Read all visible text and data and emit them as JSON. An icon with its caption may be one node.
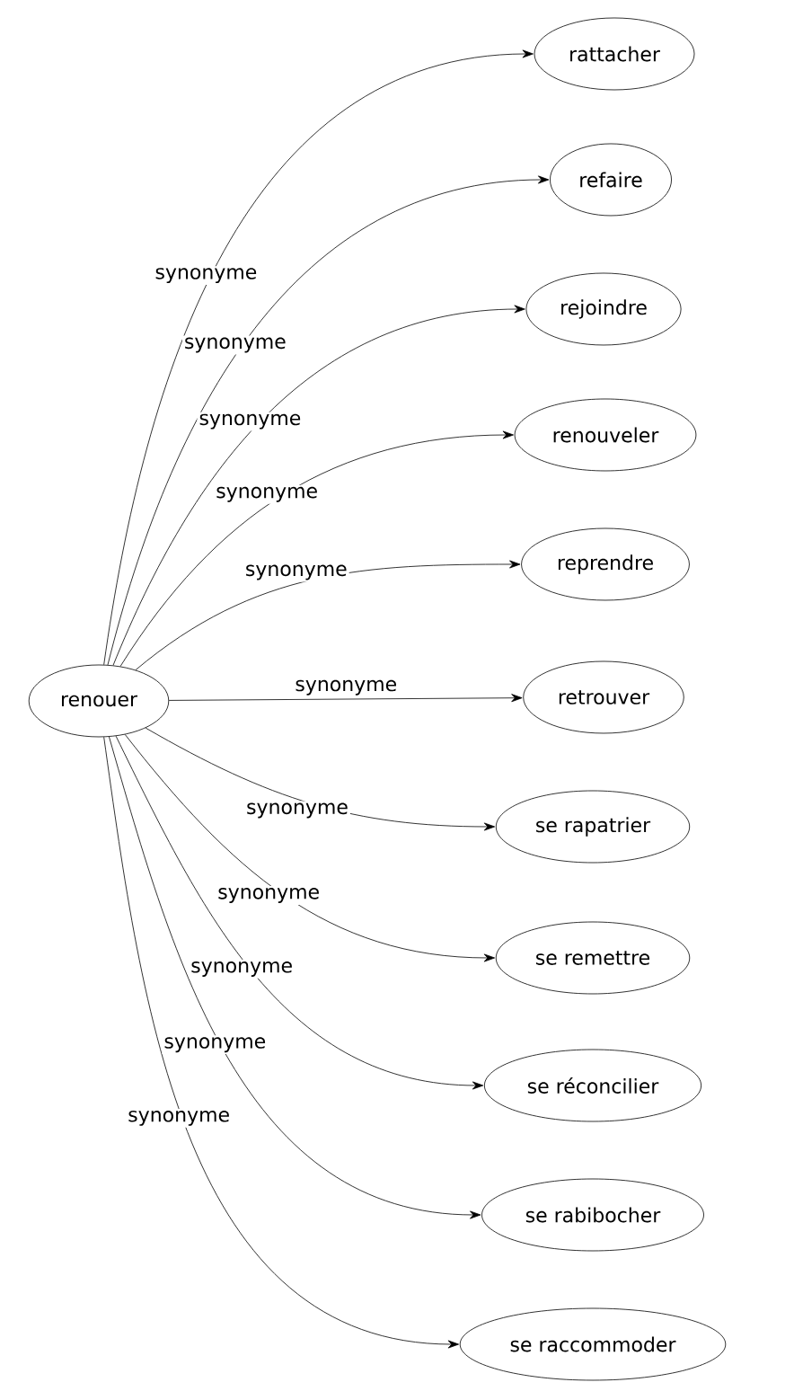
{
  "diagram": {
    "nodes": [
      {
        "text": [
          "renouer"
        ]
      },
      {
        "text": [
          "rattacher"
        ]
      },
      {
        "text": [
          "refaire"
        ]
      },
      {
        "text": [
          "rejoindre"
        ]
      },
      {
        "text": [
          "renouveler"
        ]
      },
      {
        "text": [
          "reprendre"
        ]
      },
      {
        "text": [
          "retrouver"
        ]
      },
      {
        "text": [
          "se rapatrier"
        ]
      },
      {
        "text": [
          "se remettre"
        ]
      },
      {
        "text": [
          "se réconcilier"
        ]
      },
      {
        "text": [
          "se rabibocher"
        ]
      },
      {
        "text": [
          "se raccommoder"
        ]
      }
    ],
    "edges": [
      {
        "from": 0,
        "to": 1,
        "arrow": "to",
        "label": "synonyme"
      },
      {
        "from": 0,
        "to": 2,
        "arrow": "to",
        "label": "synonyme"
      },
      {
        "from": 0,
        "to": 3,
        "arrow": "to",
        "label": "synonyme"
      },
      {
        "from": 0,
        "to": 4,
        "arrow": "to",
        "label": "synonyme"
      },
      {
        "from": 0,
        "to": 5,
        "arrow": "to",
        "label": "synonyme"
      },
      {
        "from": 0,
        "to": 6,
        "arrow": "to",
        "label": "synonyme"
      },
      {
        "from": 0,
        "to": 7,
        "arrow": "to",
        "label": "synonyme"
      },
      {
        "from": 0,
        "to": 8,
        "arrow": "to",
        "label": "synonyme"
      },
      {
        "from": 0,
        "to": 9,
        "arrow": "to",
        "label": "synonyme"
      },
      {
        "from": 0,
        "to": 10,
        "arrow": "to",
        "label": "synonyme"
      },
      {
        "from": 0,
        "to": 11,
        "arrow": "to",
        "label": "synonyme"
      }
    ]
  }
}
